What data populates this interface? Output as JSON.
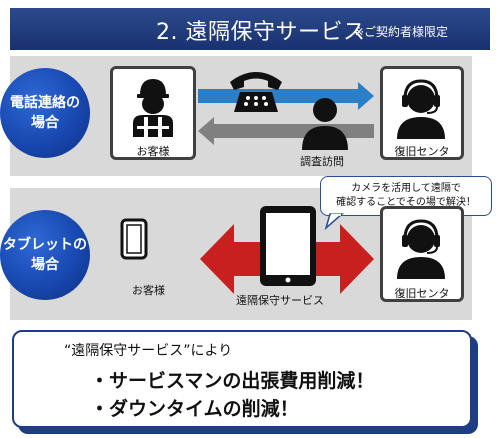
{
  "title": {
    "main": "2. 遠隔保守サービス",
    "note": "※ご契約者様限定"
  },
  "phone_case": {
    "badge": [
      "電話連絡の",
      "場合"
    ],
    "customer_label": "お客様",
    "visit_label": "調査訪問",
    "center_label": "復旧センタ"
  },
  "tablet_case": {
    "badge": [
      "タブレットの",
      "場合"
    ],
    "customer_label": "お客様",
    "service_label": "遠隔保守サービス",
    "center_label": "復旧センタ",
    "callout": [
      "カメラを活用して遠隔で",
      "確認することでその場で解決！"
    ]
  },
  "result": {
    "intro": "“遠隔保守サービス”により",
    "bullets": [
      "・サービスマンの出張費用削減！",
      "・ダウンタイムの削減！"
    ]
  },
  "colors": {
    "navy": "#1f3d84",
    "blue_arrow": "#2b7fc6",
    "gray_arrow": "#808080",
    "red_arrow": "#c8201e",
    "panel_gray": "#d9d9d9"
  }
}
